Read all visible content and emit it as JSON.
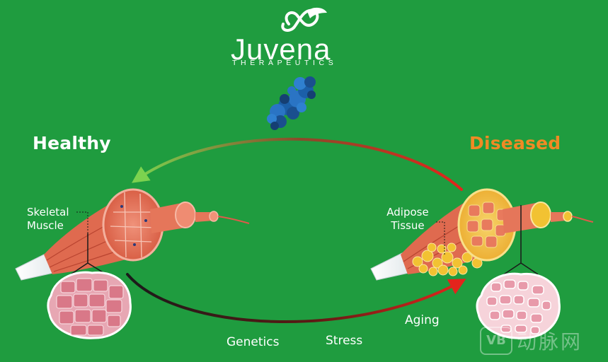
{
  "brand": {
    "name": "Juvena",
    "tagline": "THERAPEUTICS",
    "logo_icon": "infinity-leaf-icon"
  },
  "states": {
    "healthy": "Healthy",
    "diseased": "Diseased"
  },
  "tissue_labels": {
    "skeletal_muscle": [
      "Skeletal",
      "Muscle"
    ],
    "adipose_tissue": [
      "Adipose",
      "Tissue"
    ]
  },
  "factors": [
    "Genetics",
    "Stress",
    "Aging"
  ],
  "watermark": {
    "badge": "VB",
    "text": "动脉网"
  },
  "colors": {
    "background": "#1f9c3f",
    "diseased_title": "#f08a24",
    "return_arrow": "#7ed957",
    "disease_arrow": "#d0261f",
    "muscle": "#e87a5d",
    "fat": "#f2c232",
    "protein": "#1b5fa8"
  }
}
